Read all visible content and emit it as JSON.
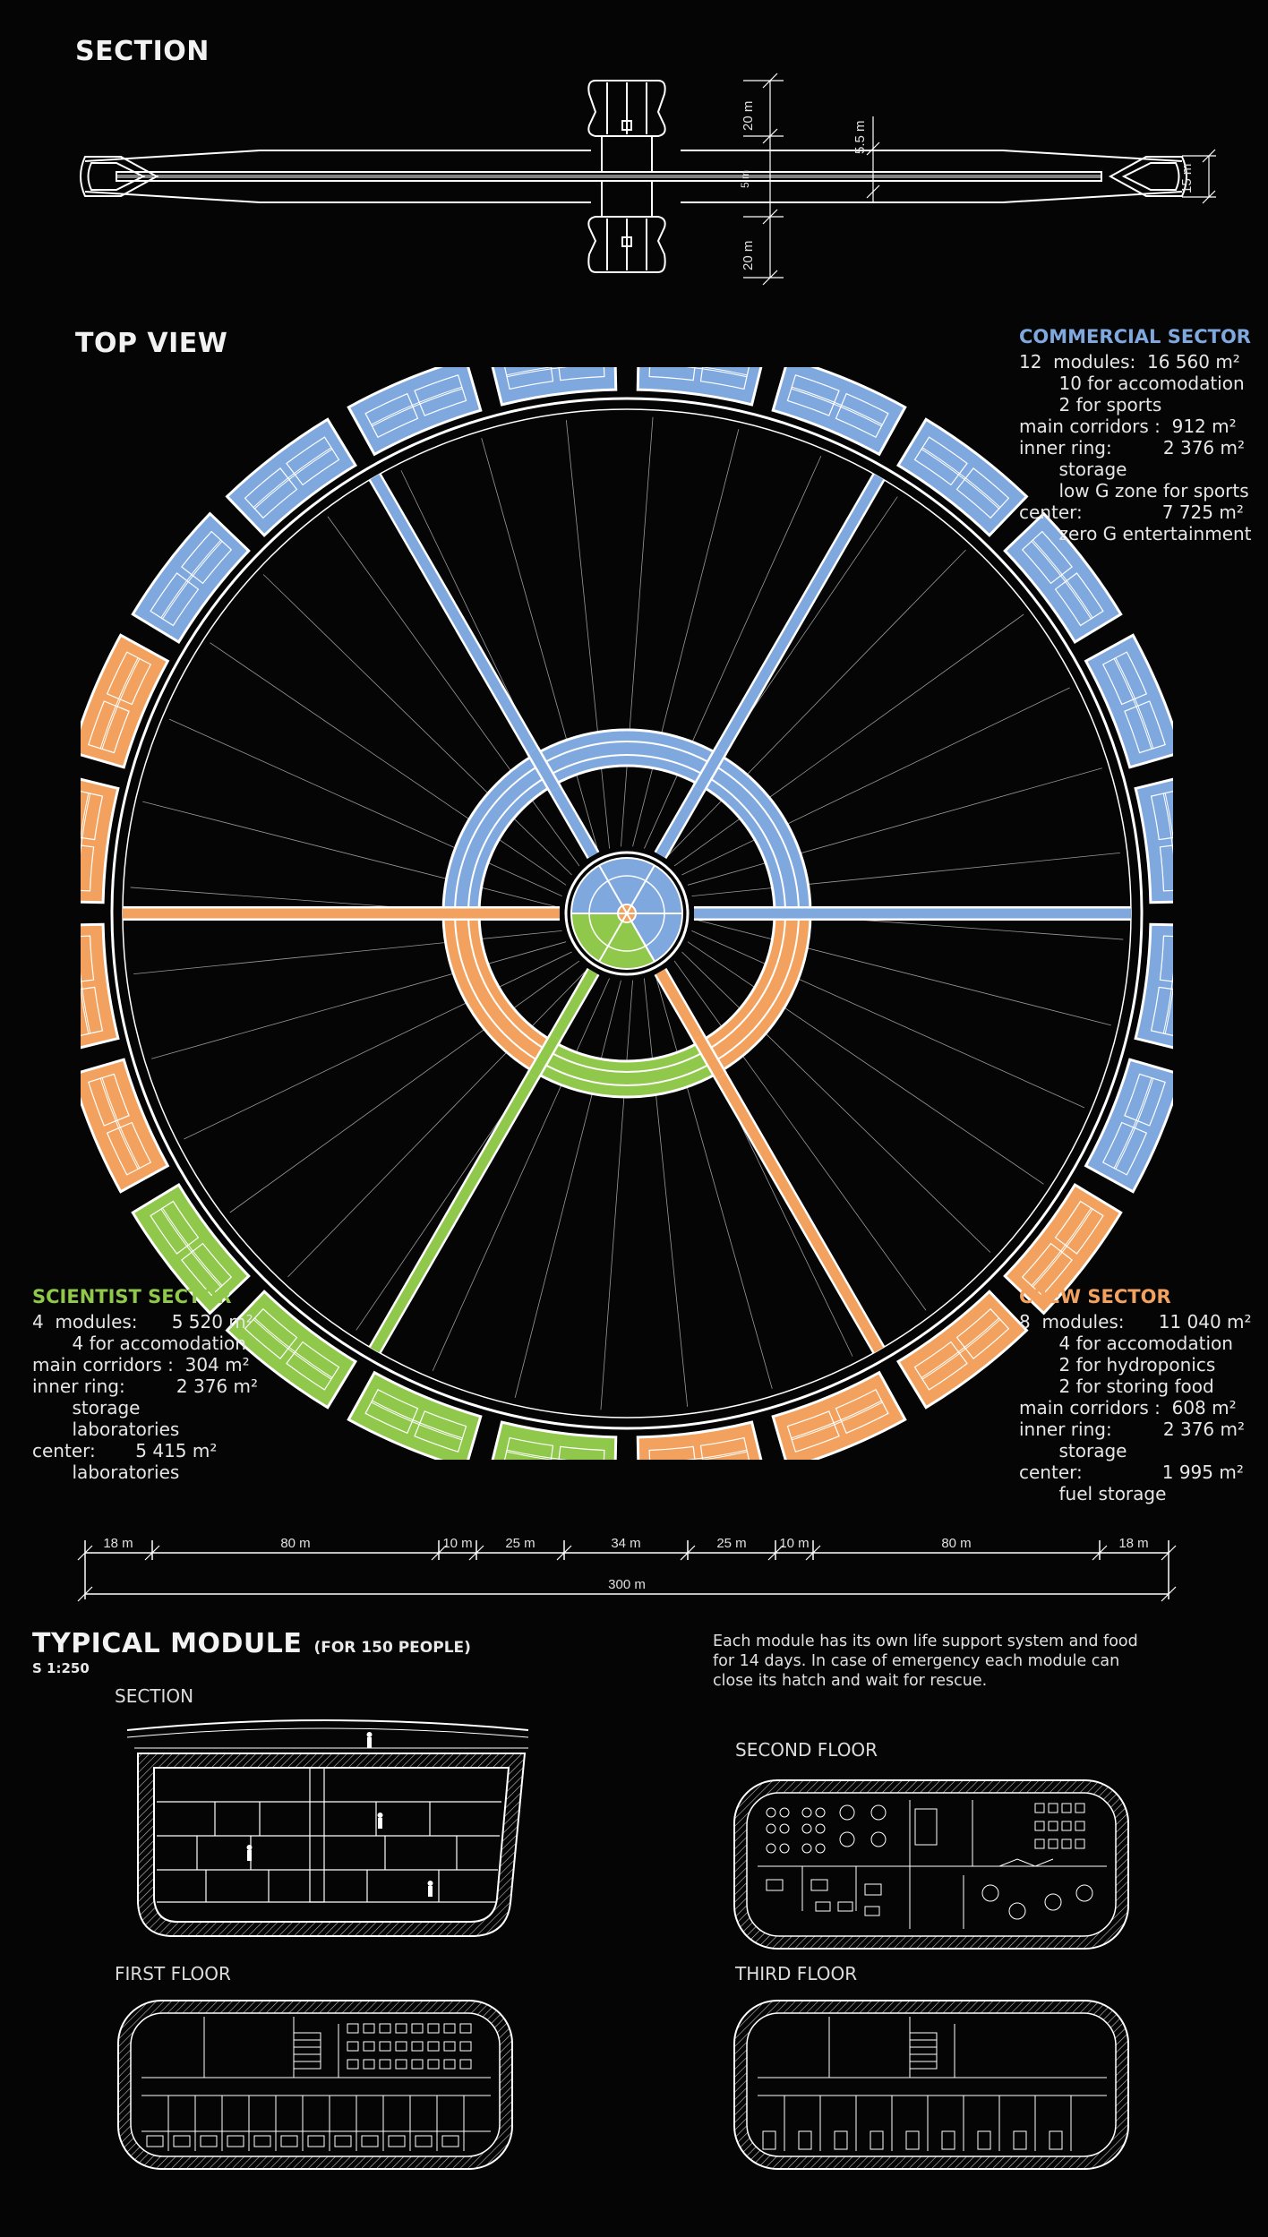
{
  "headings": {
    "section": "SECTION",
    "top_view": "TOP VIEW",
    "typical_module": "TYPICAL MODULE",
    "typical_module_note": "(FOR 150 PEOPLE)",
    "scale": "S 1:250"
  },
  "section_dims": {
    "top_height": "20 m",
    "bottom_height": "20 m",
    "middle": "5 m",
    "corridor": "5.5 m",
    "ring_height": "15 m"
  },
  "commercial": {
    "title": "COMMERCIAL SECTOR",
    "color": "#7fa8df",
    "lines": [
      "12  modules:  16 560 m²",
      "       10 for accomodation",
      "       2 for sports",
      "main corridors :  912 m²",
      "inner ring:         2 376 m²",
      "       storage",
      "       low G zone for sports",
      "center:              7 725 m²",
      "       zero G entertainment"
    ]
  },
  "scientist": {
    "title": "SCIENTIST SECTOR",
    "color": "#8fc84a",
    "lines": [
      "4  modules:      5 520 m²",
      "       4 for accomodation",
      "main corridors :  304 m²",
      "inner ring:         2 376 m²",
      "       storage",
      "       laboratories",
      "center:       5 415 m²",
      "       laboratories"
    ]
  },
  "crew": {
    "title": "CREW SECTOR",
    "color": "#f2a25e",
    "lines": [
      "8  modules:      11 040 m²",
      "       4 for accomodation",
      "       2 for hydroponics",
      "       2 for storing food",
      "main corridors :  608 m²",
      "inner ring:         2 376 m²",
      "       storage",
      "center:              1 995 m²",
      "       fuel storage"
    ]
  },
  "dimension_strip": {
    "segments": [
      "18 m",
      "80 m",
      "10 m",
      "25 m",
      "34 m",
      "25 m",
      "10 m",
      "80 m",
      "18 m"
    ],
    "total": "300 m"
  },
  "module_note": {
    "lines": [
      "Each module has its own life support system and food",
      "for 14 days. In case of emergency each module can",
      "close its hatch and wait for rescue."
    ]
  },
  "module_labels": {
    "section": "SECTION",
    "second_floor": "SECOND FLOOR",
    "first_floor": "FIRST FLOOR",
    "third_floor": "THIRD FLOOR"
  },
  "colors": {
    "blue": "#7fa8df",
    "orange": "#f2a25e",
    "green": "#8fc84a",
    "line": "#ffffff",
    "background": "#050506"
  }
}
